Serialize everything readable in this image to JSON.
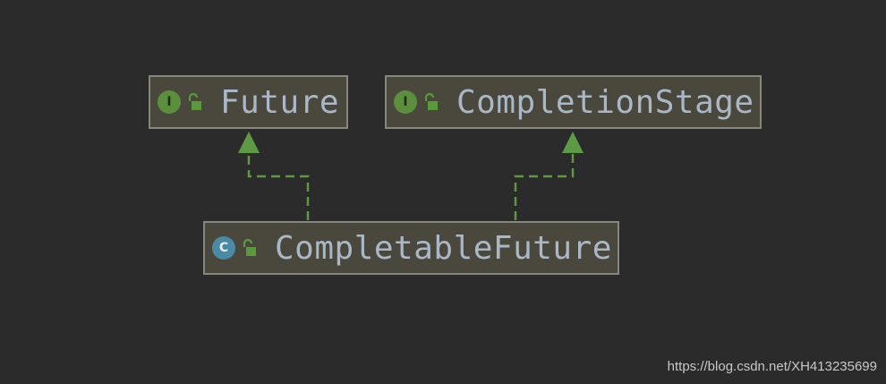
{
  "diagram": {
    "nodes": [
      {
        "id": "future",
        "kind": "interface",
        "kind_letter": "I",
        "name": "Future",
        "lock_icon": "unlocked-padlock-icon"
      },
      {
        "id": "completion-stage",
        "kind": "interface",
        "kind_letter": "I",
        "name": "CompletionStage",
        "lock_icon": "unlocked-padlock-icon"
      },
      {
        "id": "completable-future",
        "kind": "class",
        "kind_letter": "C",
        "name": "CompletableFuture",
        "lock_icon": "unlocked-padlock-icon"
      }
    ],
    "edges": [
      {
        "from": "completable-future",
        "to": "future",
        "type": "implements",
        "style": "dashed"
      },
      {
        "from": "completable-future",
        "to": "completion-stage",
        "type": "implements",
        "style": "dashed"
      }
    ]
  },
  "colors": {
    "background": "#2b2b2b",
    "node_fill": "#4a473d",
    "node_border": "#87867f",
    "label_text": "#a9b7c6",
    "interface_icon": "#5b8f3e",
    "class_icon": "#4a8aa6",
    "edge": "#5e9a44"
  },
  "watermark": "https://blog.csdn.net/XH413235699"
}
